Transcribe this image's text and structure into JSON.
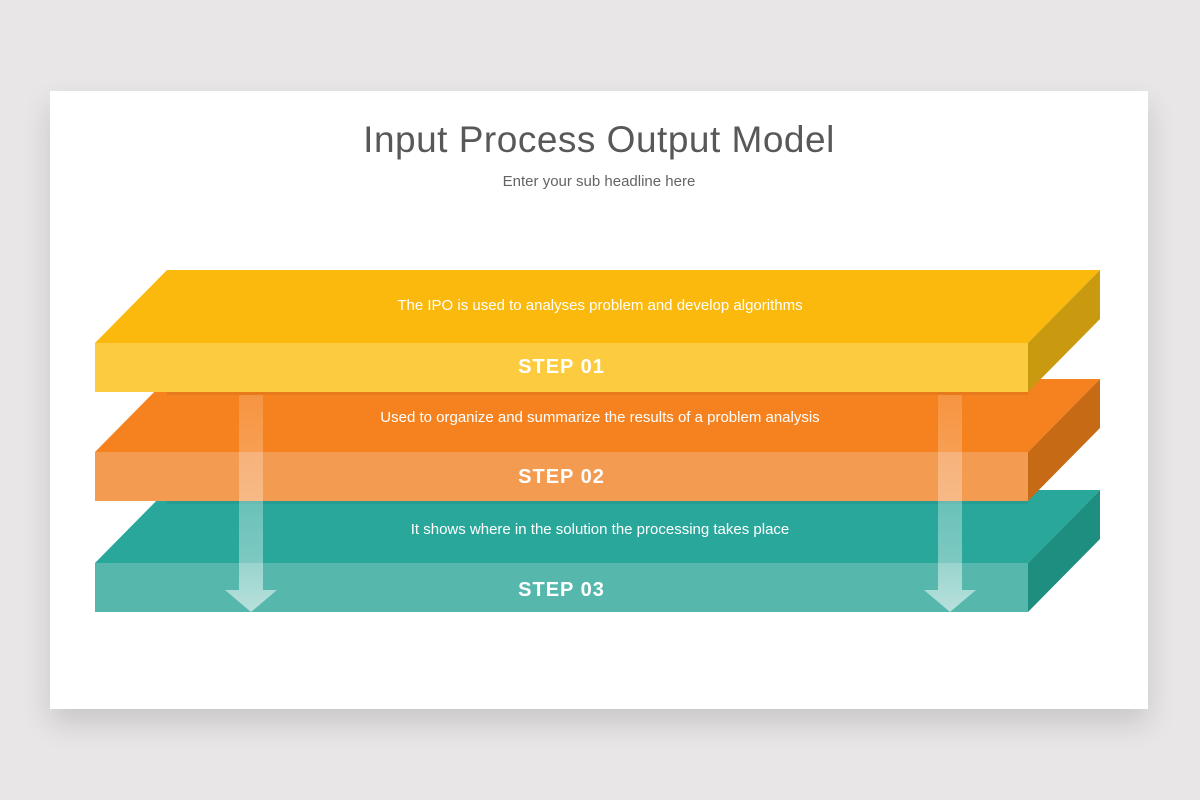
{
  "page": {
    "background_color": "#E8E6E7",
    "slide_background_color": "#FFFFFF"
  },
  "slide": {
    "title": "Input Process Output Model",
    "subtitle": "Enter your sub headline here",
    "title_color": "#58585A"
  },
  "steps": [
    {
      "label": "STEP 01",
      "description": "The IPO is used to analyses problem and develop algorithms",
      "colors": {
        "top": "#FBB90D",
        "front": "#FDCB3F",
        "side": "#C9990F"
      }
    },
    {
      "label": "STEP 02",
      "description": "Used to organize and summarize the results of a problem analysis",
      "colors": {
        "top": "#F5821F",
        "front": "#F49B52",
        "side": "#C76A16"
      }
    },
    {
      "label": "STEP 03",
      "description": "It shows where in the solution the processing takes place",
      "colors": {
        "top": "#2AA79B",
        "front": "#56B7AC",
        "side": "#1E8E80"
      }
    }
  ],
  "arrows": {
    "direction": "down",
    "count": 2,
    "color": "#FFFFFF"
  }
}
